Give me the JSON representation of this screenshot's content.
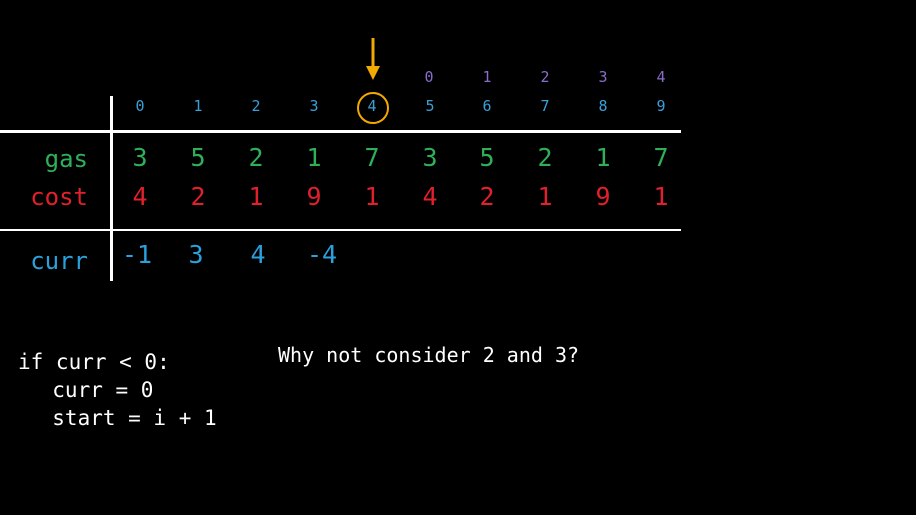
{
  "table": {
    "top_indices": [
      "0",
      "1",
      "2",
      "3",
      "4"
    ],
    "indices": [
      "0",
      "1",
      "2",
      "3",
      "4",
      "5",
      "6",
      "7",
      "8",
      "9"
    ],
    "rows": {
      "gas": {
        "label": "gas",
        "values": [
          "3",
          "5",
          "2",
          "1",
          "7",
          "3",
          "5",
          "2",
          "1",
          "7"
        ]
      },
      "cost": {
        "label": "cost",
        "values": [
          "4",
          "2",
          "1",
          "9",
          "1",
          "4",
          "2",
          "1",
          "9",
          "1"
        ]
      },
      "curr": {
        "label": "curr",
        "values": [
          "-1",
          "3",
          "4",
          "-4"
        ]
      }
    },
    "highlight_index": "4"
  },
  "colors": {
    "gas": "#2eb05a",
    "cost": "#e0202a",
    "curr": "#2aa0dc",
    "index": "#3aa0d8",
    "top_index": "#8a6cc9",
    "marker": "#f2a900"
  },
  "code": {
    "line1": "if curr < 0:",
    "line2": "  curr = 0",
    "line3": "  start = i + 1"
  },
  "question": "Why not consider 2 and 3?"
}
